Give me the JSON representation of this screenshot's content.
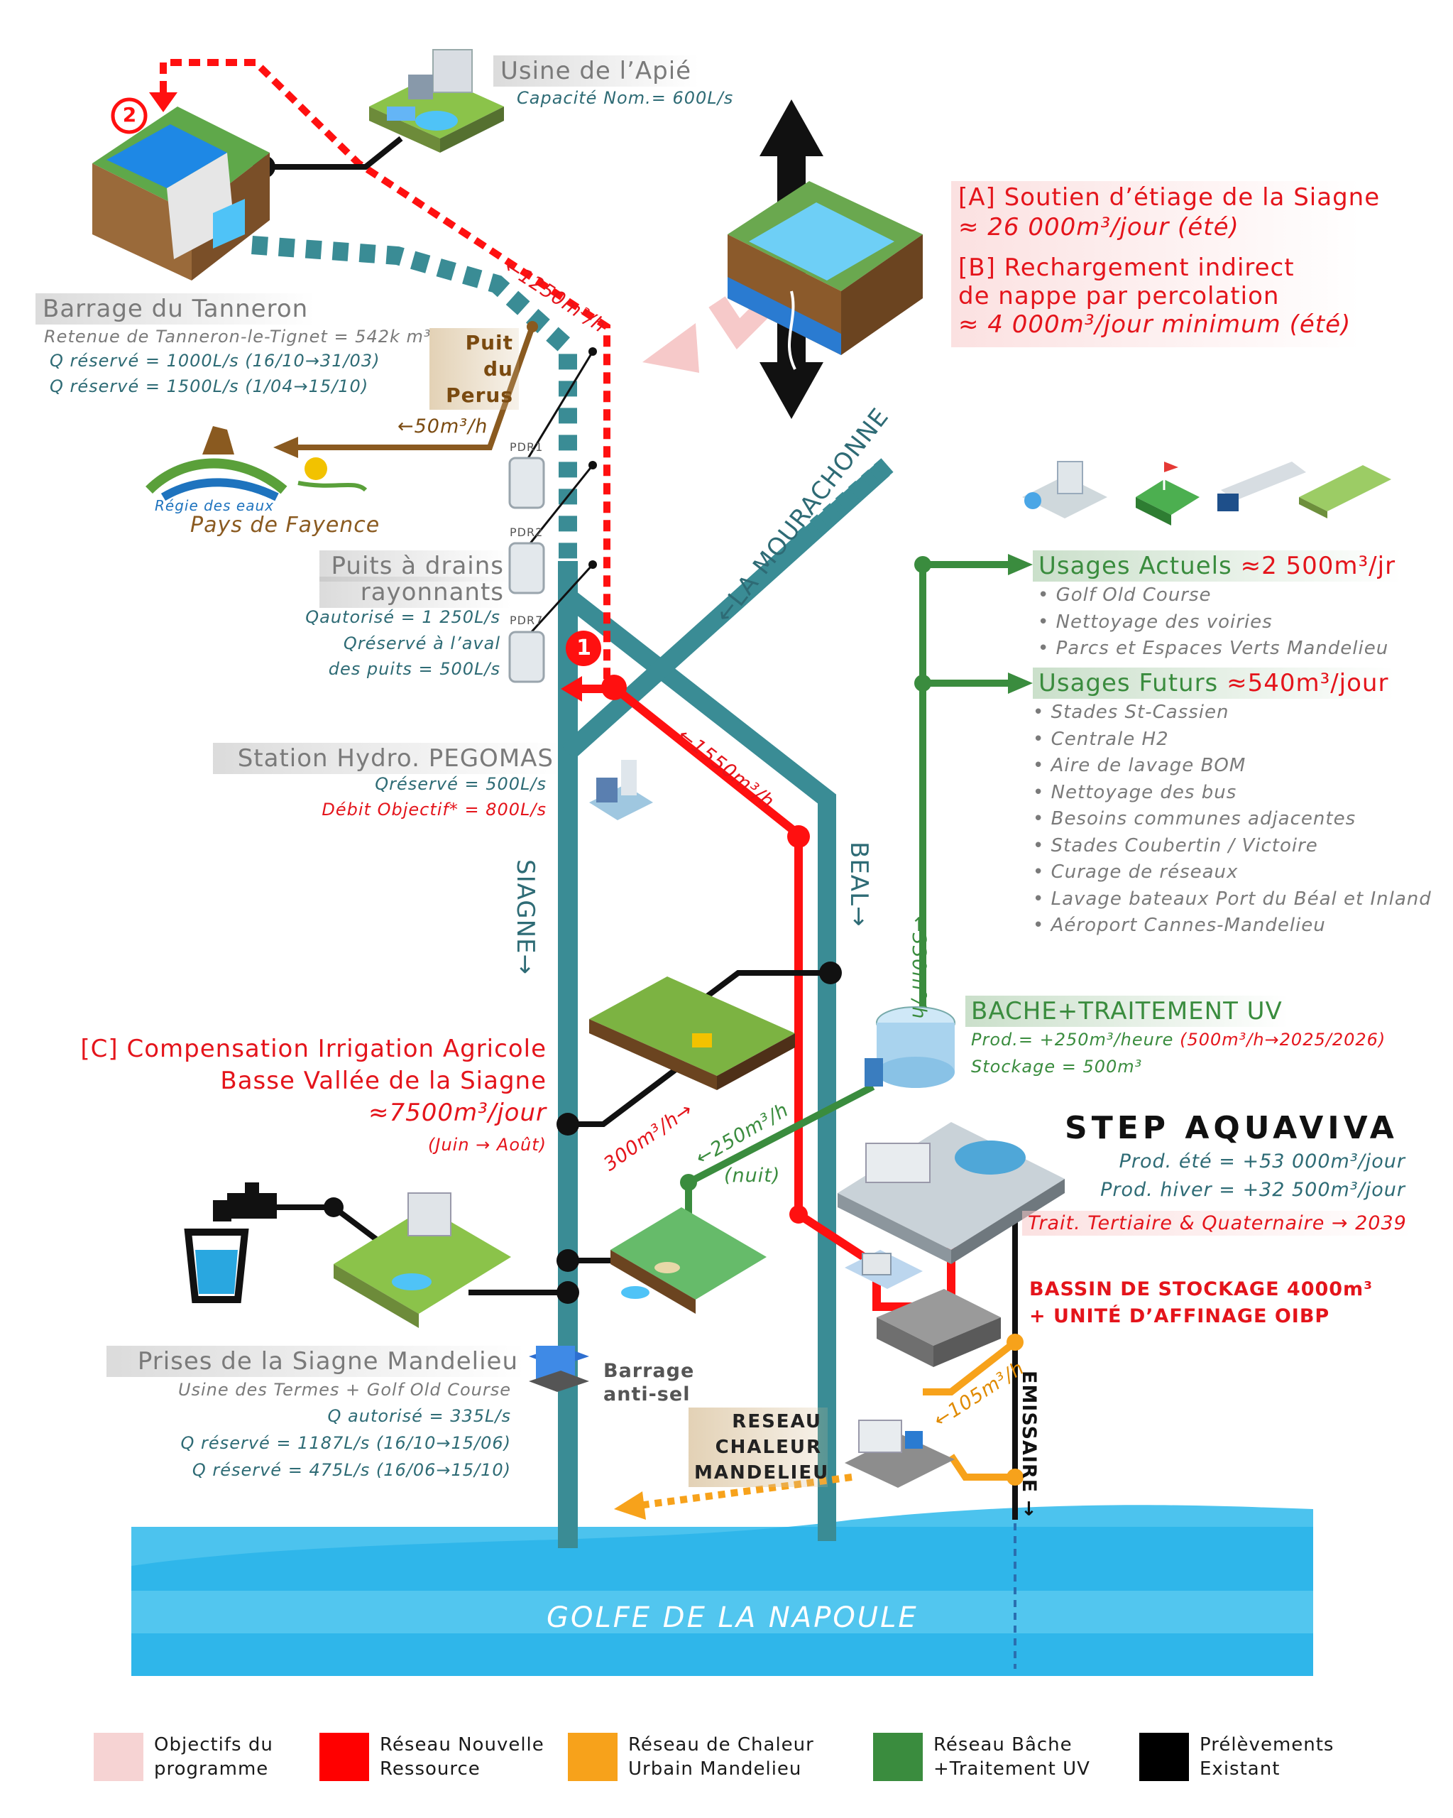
{
  "usine_apie": {
    "title": "Usine de l’Apié",
    "capacity": "Capacité Nom.= 600L/s"
  },
  "barrage_tanneron": {
    "title": "Barrage du Tanneron",
    "retenue": "Retenue de Tanneron-le-Tignet = 542k m³",
    "q1": "Q réservé  = 1000L/s (16/10→31/03)",
    "q2": "Q réservé  = 1500L/s (1/04→15/10)",
    "marker": "2"
  },
  "puit_perus": {
    "line1": "Puit",
    "line2": "du",
    "line3": "Perus",
    "flow": "←50m³/h"
  },
  "regie": {
    "line1": "Régie des eaux",
    "line2": "Pays de Fayence"
  },
  "pdr": [
    "PDR1",
    "PDR2",
    "PDR7"
  ],
  "puits_drains": {
    "title1": "Puits à drains",
    "title2": "rayonnants",
    "q1": "Qautorisé = 1 250L/s",
    "q2a": "Qréservé à l’aval",
    "q2b": "des puits = 500L/s"
  },
  "station_pegomas": {
    "title": "Station Hydro. PEGOMAS",
    "q": "Qréservé = 500L/s",
    "objectif": "Débit Objectif* = 800L/s"
  },
  "flows": {
    "f1250": "←1250m³/h",
    "f1550": "←1550m³/h",
    "f330": "←330m³/h",
    "f300": "300m³/h→",
    "f250a": "←250m³/h",
    "f250b": "(nuit)",
    "f105": "←105m³/h",
    "marker1": "1"
  },
  "rivers": {
    "mourachonne": "←LA MOURACHONNE",
    "siagne": "SIAGNE→",
    "beal": "BEAL→",
    "emissaire": "EMISSAIRE →"
  },
  "objectif_a": {
    "title": "[A] Soutien d’étiage de la Siagne",
    "value": "≈ 26 000m³/jour (été)"
  },
  "objectif_b": {
    "title1": "[B] Rechargement indirect",
    "title2": "de nappe par percolation",
    "value": "≈ 4 000m³/jour minimum (été)"
  },
  "usages_actuels": {
    "title": "Usages Actuels",
    "value": "≈2 500m³/jr",
    "items": [
      "• Golf Old Course",
      "• Nettoyage des voiries",
      "• Parcs et Espaces Verts Mandelieu"
    ]
  },
  "usages_futurs": {
    "title": "Usages Futurs",
    "value": "≈540m³/jour",
    "items": [
      "• Stades St-Cassien",
      "• Centrale H2",
      "• Aire de lavage BOM",
      "• Nettoyage des bus",
      "• Besoins communes adjacentes",
      "• Stades Coubertin / Victoire",
      "• Curage de réseaux",
      "• Lavage bateaux Port du Béal et Inland",
      "• Aéroport Cannes-Mandelieu"
    ]
  },
  "bache": {
    "title": "BACHE+TRAITEMENT UV",
    "prod_a": "Prod.= +250m³/heure ",
    "prod_b": "(500m³/h→2025/2026)",
    "stock": "Stockage = 500m³"
  },
  "step": {
    "title": "STEP AQUAVIVA",
    "ete": "Prod. été = +53 000m³/jour",
    "hiver": "Prod. hiver = +32 500m³/jour",
    "trait": "Trait. Tertiaire & Quaternaire → 2039"
  },
  "bassin": {
    "line1": "BASSIN DE STOCKAGE 4000m³",
    "line2": "+ UNITÉ D’AFFINAGE OIBP"
  },
  "compensation": {
    "line1": "[C] Compensation Irrigation Agricole",
    "line2": "Basse Vallée de la Siagne",
    "line3": "≈7500m³/jour",
    "line4": "(Juin → Août)"
  },
  "prises": {
    "title": "Prises de la Siagne Mandelieu",
    "sub": "Usine des Termes + Golf Old Course",
    "q1": "Q autorisé = 335L/s",
    "q2": "Q réservé = 1187L/s (16/10→15/06)",
    "q3": "Q réservé = 475L/s (16/06→15/10)"
  },
  "barrage_antisel": {
    "line1": "Barrage",
    "line2": "anti-sel"
  },
  "reseau_chaleur": {
    "line1": "RESEAU",
    "line2": "CHALEUR",
    "line3": "MANDELIEU"
  },
  "golfe": "GOLFE DE LA NAPOULE",
  "legend": [
    {
      "color": "#f6d3d3",
      "line1": "Objectifs du",
      "line2": "programme"
    },
    {
      "color": "#ff0000",
      "line1": "Réseau Nouvelle",
      "line2": "Ressource"
    },
    {
      "color": "#f7a21b",
      "line1": "Réseau de Chaleur",
      "line2": "Urbain Mandelieu"
    },
    {
      "color": "#3a8c3e",
      "line1": "Réseau Bâche",
      "line2": "+Traitement UV"
    },
    {
      "color": "#000000",
      "line1": "Prélèvements",
      "line2": "Existant"
    }
  ]
}
